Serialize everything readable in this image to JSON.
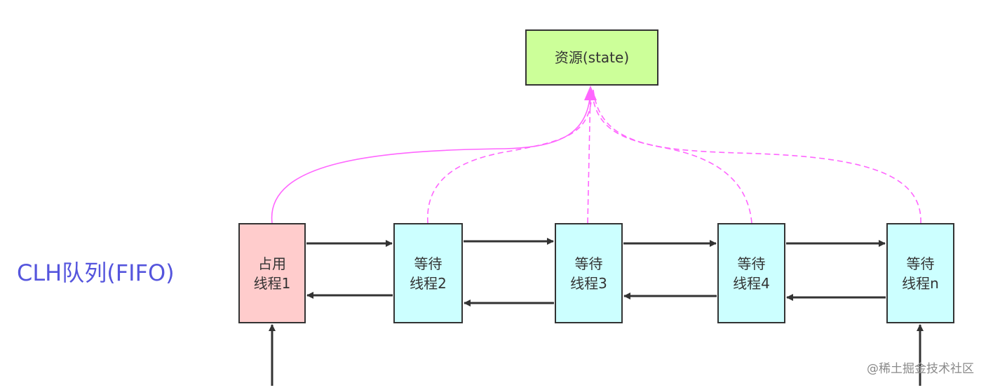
{
  "resource": {
    "label": "资源(state)",
    "fill": "#ccff99"
  },
  "queue_label": {
    "text": "CLH队列(FIFO)",
    "color": "#5555dd"
  },
  "threads": [
    {
      "line1": "占用",
      "line2": "线程1",
      "state": "occupying",
      "fill": "#ffcccc"
    },
    {
      "line1": "等待",
      "line2": "线程2",
      "state": "waiting",
      "fill": "#ccffff"
    },
    {
      "line1": "等待",
      "line2": "线程3",
      "state": "waiting",
      "fill": "#ccffff"
    },
    {
      "line1": "等待",
      "line2": "线程4",
      "state": "waiting",
      "fill": "#ccffff"
    },
    {
      "line1": "等待",
      "line2": "线程n",
      "state": "waiting",
      "fill": "#ccffff"
    }
  ],
  "connectors": {
    "link_color": "#333333",
    "resource_link_color": "#ff66ff",
    "holder_link_style": "solid",
    "waiter_link_style": "dashed"
  },
  "watermark": "@稀土掘金技术社区"
}
